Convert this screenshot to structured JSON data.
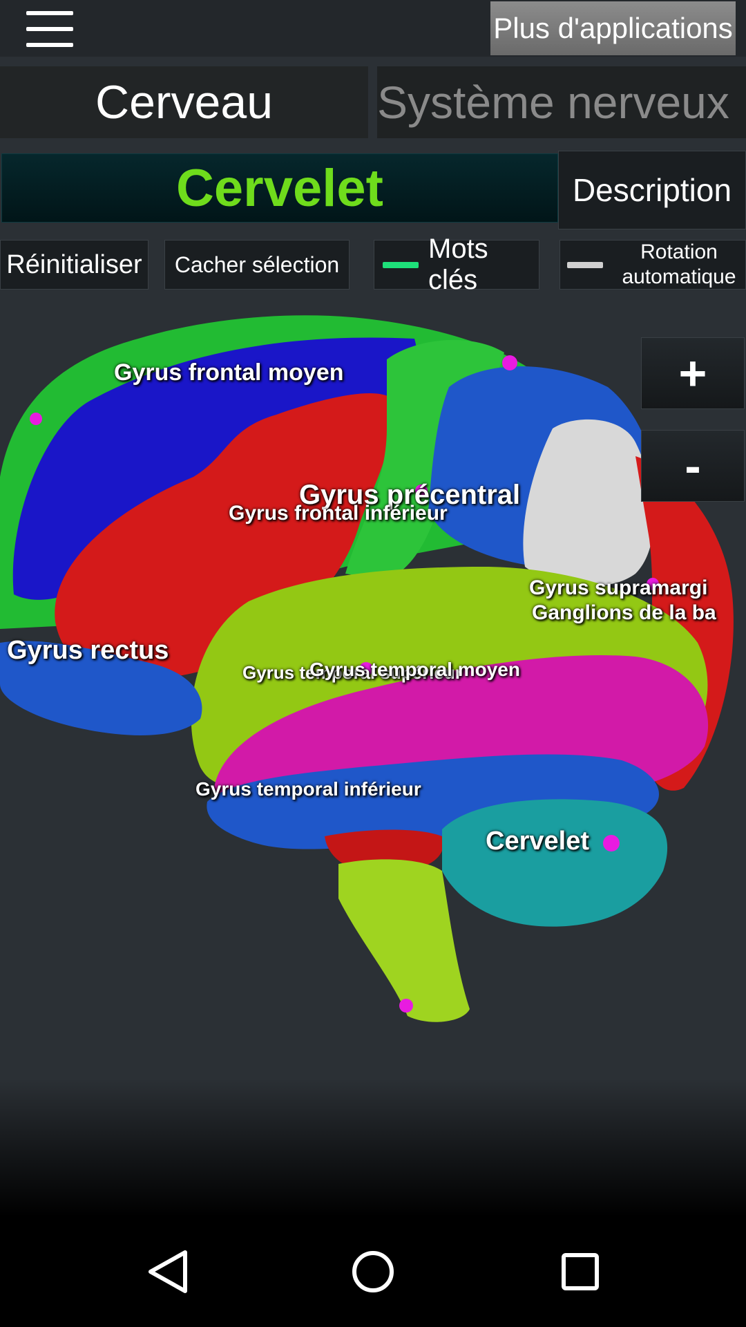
{
  "topbar": {
    "more_apps": "Plus d'applications",
    "menu_icon": "hamburger-menu-icon"
  },
  "tabs": {
    "active": "Cerveau",
    "inactive": "Système nerveux"
  },
  "selection": {
    "name": "Cervelet",
    "description_button": "Description"
  },
  "controls": {
    "reset": "Réinitialiser",
    "hide_selection": "Cacher sélection",
    "keywords": "Mots clés",
    "auto_rotation_line1": "Rotation",
    "auto_rotation_line2": "automatique"
  },
  "zoom": {
    "in": "+",
    "out": "-"
  },
  "labels": {
    "gyrus_frontal_moyen": "Gyrus frontal moyen",
    "gyrus_precentral": "Gyrus précentral",
    "gyrus_frontal_inferieur": "Gyrus frontal inférieur",
    "gyrus_supramarginal": "Gyrus supramargi",
    "ganglions": "Ganglions de la ba",
    "gyrus_rectus": "Gyrus rectus",
    "gyrus_temporal_superieur": "Gyrus temporal supérieur",
    "gyrus_temporal_moyen": "Gyrus temporal moyen",
    "gyrus_temporal_inferieur": "Gyrus temporal inférieur",
    "cervelet": "Cervelet"
  },
  "colors": {
    "selection_text": "#6fdc1c",
    "keywords_indicator": "#1ee07a",
    "marker": "#e81be0",
    "frontal_green": "#22bb33",
    "frontal_blue": "#1a16c8",
    "frontal_red": "#d41a1a",
    "parietal_blue": "#1f57c9",
    "parietal_white": "#d8d8d8",
    "temporal_lime": "#93c814",
    "temporal_magenta": "#d21aa8",
    "cerebellum_teal": "#1a9ea0",
    "brainstem_lime": "#9fd420"
  },
  "navbar": {
    "back": "back-icon",
    "home": "home-icon",
    "recents": "recents-icon"
  }
}
